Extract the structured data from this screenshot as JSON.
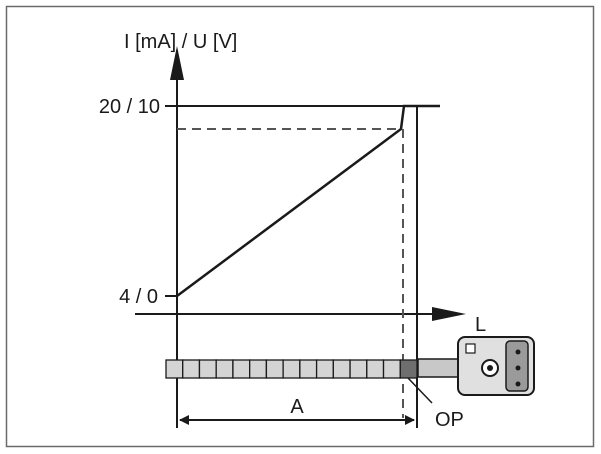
{
  "labels": {
    "y_axis": "I [mA] / U [V]",
    "y_top": "20 / 10",
    "y_bottom": "4 / 0",
    "x_axis": "L",
    "dimension": "A",
    "point": "OP"
  },
  "colors": {
    "frame": "#6b6b6b",
    "line": "#1a1a1a",
    "dashed": "#555555",
    "scale_fill": "#d4d4d4",
    "scale_dark": "#6e6e6e",
    "sensor_body": "#e0e0e0",
    "rod": "#c8c8c8"
  },
  "scale": {
    "segments": 15
  },
  "icons": {
    "sensor": "level-sensor-icon"
  }
}
